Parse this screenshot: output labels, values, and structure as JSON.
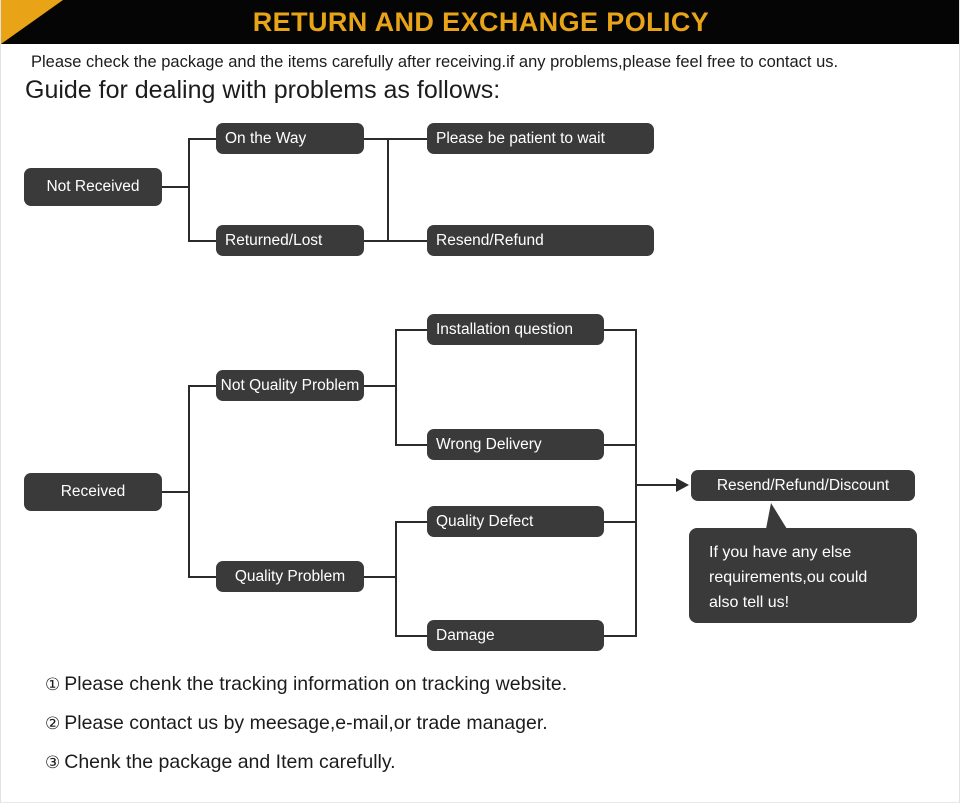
{
  "banner": {
    "title": "RETURN AND EXCHANGE POLICY",
    "bg_color": "#050505",
    "accent_color": "#e8a317",
    "title_color": "#e8a317"
  },
  "intro": {
    "line1": "Please check the package and the items carefully after receiving.if any problems,please feel free to contact us.",
    "line2": "Guide for dealing with problems as follows:"
  },
  "node_style": {
    "fill": "#3a3a3a",
    "text_color": "#ffffff",
    "line_color": "#2b2b2b"
  },
  "flow_not_received": {
    "root": "Not Received",
    "branches": [
      {
        "label": "On the Way",
        "outcome": "Please be patient to wait"
      },
      {
        "label": "Returned/Lost",
        "outcome": "Resend/Refund"
      }
    ]
  },
  "flow_received": {
    "root": "Received",
    "branches": [
      {
        "label": "Not Quality Problem",
        "children": [
          "Installation question",
          "Wrong Delivery"
        ]
      },
      {
        "label": "Quality Problem",
        "children": [
          "Quality Defect",
          "Damage"
        ]
      }
    ],
    "outcome": "Resend/Refund/Discount",
    "callout": "If you have any else requirements,ou could also tell us!"
  },
  "notes": [
    {
      "num": "①",
      "text": "Please chenk the tracking information on tracking website."
    },
    {
      "num": "②",
      "text": "Please contact us by meesage,e-mail,or trade manager."
    },
    {
      "num": "③",
      "text": "Chenk the package and Item carefully."
    }
  ]
}
